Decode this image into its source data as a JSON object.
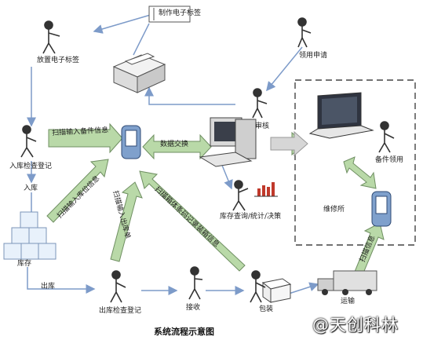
{
  "nodes": {
    "make_tag": "制作电子标签",
    "place_tag": "放置电子标签",
    "apply": "领用申请",
    "audit": "审核",
    "check_in": "入库检查登记",
    "inbound": "入库",
    "warehouse": "库存",
    "outbound": "出库",
    "check_out": "出库检查登记",
    "receive": "接收",
    "pack": "包装",
    "transport": "运输",
    "query": "库存查询/统计/决策",
    "claim": "备件领用",
    "repair_shop": "维修所"
  },
  "flows": {
    "scan_in": "扫描输入备件信息",
    "data_exchange": "数据交换",
    "scan_location": "扫描输入库位信息",
    "scan_out": "扫描输入出库单",
    "scan_box": "扫描箱体条码记录装箱信息",
    "scan_ship": "扫描信息"
  },
  "caption": "系统流程示意图",
  "watermark": "@天创科林",
  "colors": {
    "arrow_fill": "#b9d9a8",
    "arrow_stroke": "#6f8f62",
    "line_blue": "#7d9bc9",
    "box_blue": "#cfe0f4"
  }
}
